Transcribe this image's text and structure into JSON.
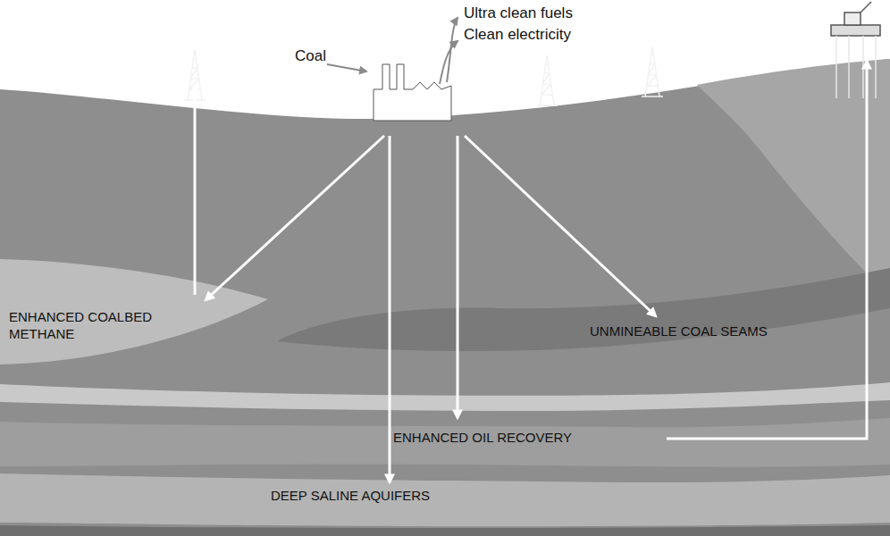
{
  "diagram": {
    "labels": [
      "Coal",
      "Ultra clean fuels",
      "Clean electricity",
      "ENHANCED COALBED METHANE",
      "UNMINEABLE COAL SEAMS",
      "ENHANCED OIL RECOVERY",
      "DEEP SALINE AQUIFERS"
    ]
  }
}
